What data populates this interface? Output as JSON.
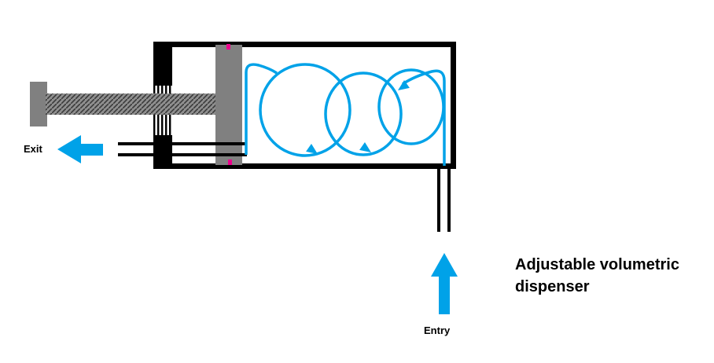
{
  "diagram": {
    "title": "Adjustable volumetric dispenser",
    "exit_label": "Exit",
    "entry_label": "Entry",
    "colors": {
      "flow_blue": "#00A2E8",
      "metal_gray": "#808080",
      "outline_black": "#000000",
      "marker_magenta": "#EC008C",
      "background": "#FFFFFF"
    }
  }
}
